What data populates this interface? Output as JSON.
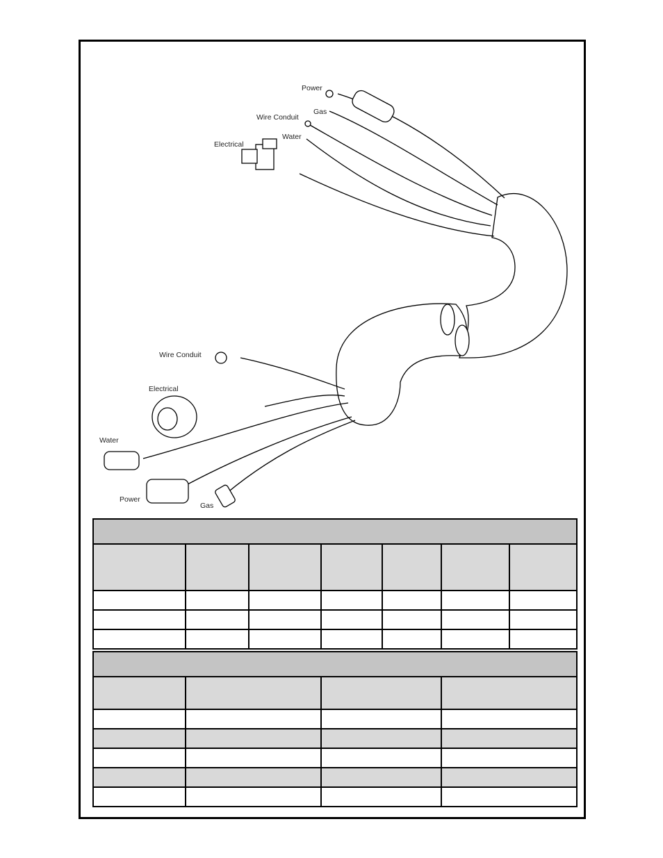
{
  "illustration": {
    "upper_labels": [
      "Power",
      "Gas",
      "Wire Conduit",
      "Water",
      "Electrical"
    ],
    "lower_labels": [
      "Wire Conduit",
      "Electrical",
      "Water",
      "Power",
      "Gas"
    ]
  },
  "table_top": {
    "title": "",
    "headers": [
      "",
      "",
      "",
      "",
      "",
      "",
      ""
    ],
    "rows": [
      [
        "",
        "",
        "",
        "",
        "",
        "",
        ""
      ],
      [
        "",
        "",
        "",
        "",
        "",
        "",
        ""
      ],
      [
        "",
        "",
        "",
        "",
        "",
        "",
        ""
      ]
    ]
  },
  "table_bottom": {
    "title": "",
    "headers": [
      "",
      "",
      "",
      ""
    ],
    "rows": [
      [
        "",
        "",
        "",
        ""
      ],
      [
        "",
        "",
        "",
        ""
      ],
      [
        "",
        "",
        "",
        ""
      ],
      [
        "",
        "",
        "",
        ""
      ],
      [
        "",
        "",
        "",
        ""
      ]
    ]
  },
  "colors": {
    "border": "#000000",
    "title_band": "#c4c4c4",
    "header_band": "#d9d9d9"
  }
}
